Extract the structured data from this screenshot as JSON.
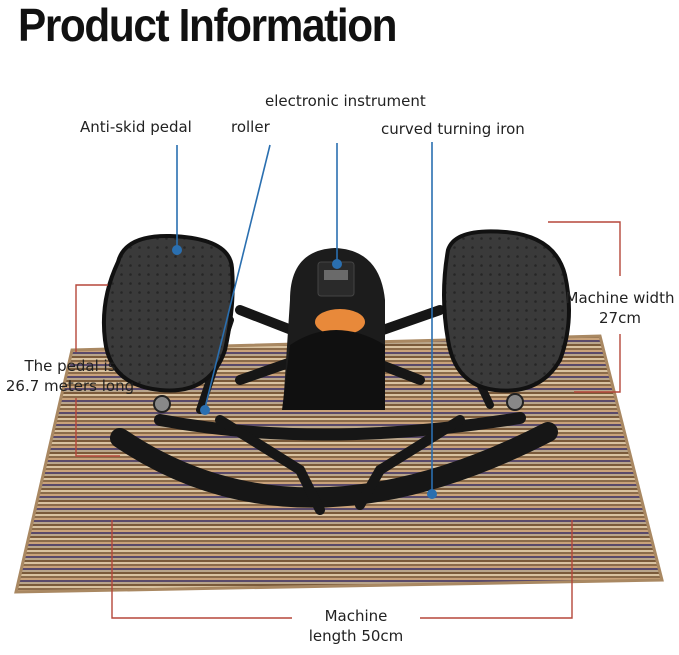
{
  "title": "Product Information",
  "labels": {
    "anti_skid_pedal": "Anti-skid pedal",
    "roller": "roller",
    "electronic_instrument": "electronic instrument",
    "curved_turning_iron": "curved turning iron",
    "machine_width_line1": "Machine width",
    "machine_width_line2": "27cm",
    "pedal_line1": "The pedal is",
    "pedal_line2": "26.7 meters long",
    "machine_length_line1": "Machine",
    "machine_length_line2": "length 50cm"
  },
  "colors": {
    "callout_blue": "#2a6fb0",
    "dimension_red": "#b5473a",
    "body_black": "#1c1c1c",
    "accent_orange": "#e8893a"
  }
}
